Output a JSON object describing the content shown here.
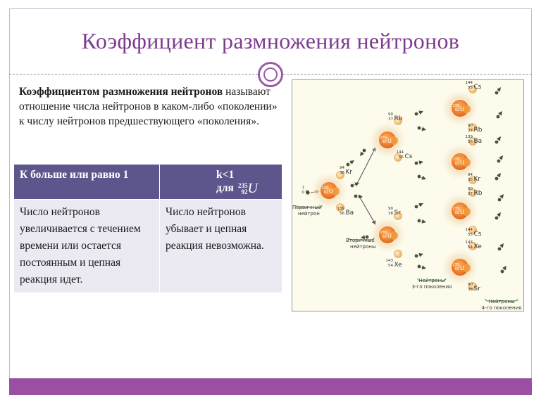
{
  "slide": {
    "title": "Коэффициент размножения нейтронов",
    "intro_bold": "Коэффициентом размножения нейтронов",
    "intro_rest": " называют отношение числа нейтронов в каком-либо «поколении» к числу нейтронов предшествующего «поколения».",
    "accent_color": "#7d3c8f",
    "bar_color": "#9b4fa3"
  },
  "table": {
    "header_left": "К больше или равно 1",
    "header_right_k": "k<1",
    "header_right_for": "для",
    "formula_mass": "235",
    "formula_charge": "92",
    "formula_symbol": "U",
    "cell_left": "Число нейтронов увеличивается с течением времени или остается постоянным и цепная реакция идет.",
    "cell_right": "Число нейтронов убывает и цепная реакция невозможна.",
    "header_color": "#5d568c",
    "cell_color": "#ebe9f2"
  },
  "diagram": {
    "labels": {
      "primary": [
        "Первичный",
        "нейтрон"
      ],
      "secondary": [
        "Вторичные",
        "нейтроны"
      ],
      "third": [
        "Нейтроны",
        "3-го поколения"
      ],
      "fourth": [
        "Нейтроны",
        "4-го поколения"
      ]
    },
    "neutron": {
      "mass": "1",
      "charge": "0",
      "symbol": "n"
    },
    "uranium": {
      "mass": "235",
      "charge": "92",
      "symbol": "U"
    },
    "fragments": [
      {
        "mass": "94",
        "charge": "36",
        "symbol": "Kr"
      },
      {
        "mass": "139",
        "charge": "56",
        "symbol": "Ba"
      },
      {
        "mass": "90",
        "charge": "38",
        "symbol": "Sr"
      },
      {
        "mass": "143",
        "charge": "54",
        "symbol": "Xe"
      },
      {
        "mass": "90",
        "charge": "37",
        "symbol": "Rb"
      },
      {
        "mass": "144",
        "charge": "55",
        "symbol": "Cs"
      },
      {
        "mass": "144",
        "charge": "55",
        "symbol": "Cs"
      },
      {
        "mass": "90",
        "charge": "37",
        "symbol": "Rb"
      },
      {
        "mass": "139",
        "charge": "56",
        "symbol": "Ba"
      },
      {
        "mass": "94",
        "charge": "36",
        "symbol": "Kr"
      },
      {
        "mass": "90",
        "charge": "37",
        "symbol": "Rb"
      },
      {
        "mass": "144",
        "charge": "55",
        "symbol": "Cs"
      },
      {
        "mass": "143",
        "charge": "54",
        "symbol": "Xe"
      },
      {
        "mass": "90",
        "charge": "38",
        "symbol": "Sr"
      }
    ]
  }
}
